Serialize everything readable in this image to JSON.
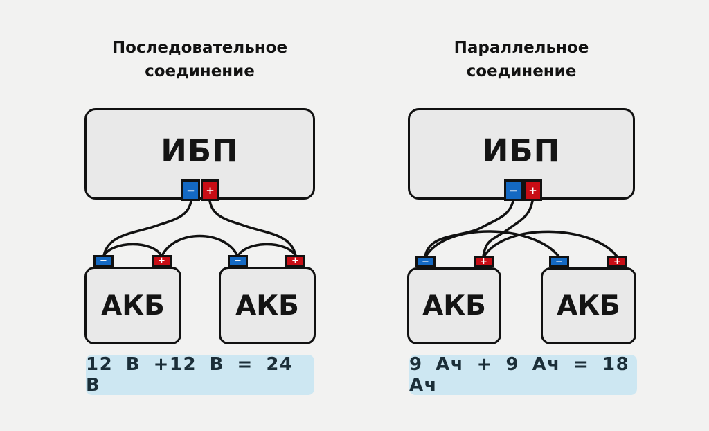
{
  "colors": {
    "background": "#f2f2f1",
    "box_fill": "#e9e9e9",
    "line": "#111111",
    "terminal_negative": "#1469c3",
    "terminal_positive": "#c80d15",
    "formula_bg": "#cde7f2",
    "formula_text": "#1b2e38"
  },
  "terminal_symbols": {
    "negative": "−",
    "positive": "+"
  },
  "left_panel": {
    "title_line1": "Последовательное",
    "title_line2": "соединение",
    "ups_label": "ИБП",
    "battery1_label": "АКБ",
    "battery2_label": "АКБ",
    "formula": "12 В +12 В = 24 В"
  },
  "right_panel": {
    "title_line1": "Параллельное",
    "title_line2": "соединение",
    "ups_label": "ИБП",
    "battery1_label": "АКБ",
    "battery2_label": "АКБ",
    "formula": "9 Ач + 9 Ач = 18 Ач"
  }
}
